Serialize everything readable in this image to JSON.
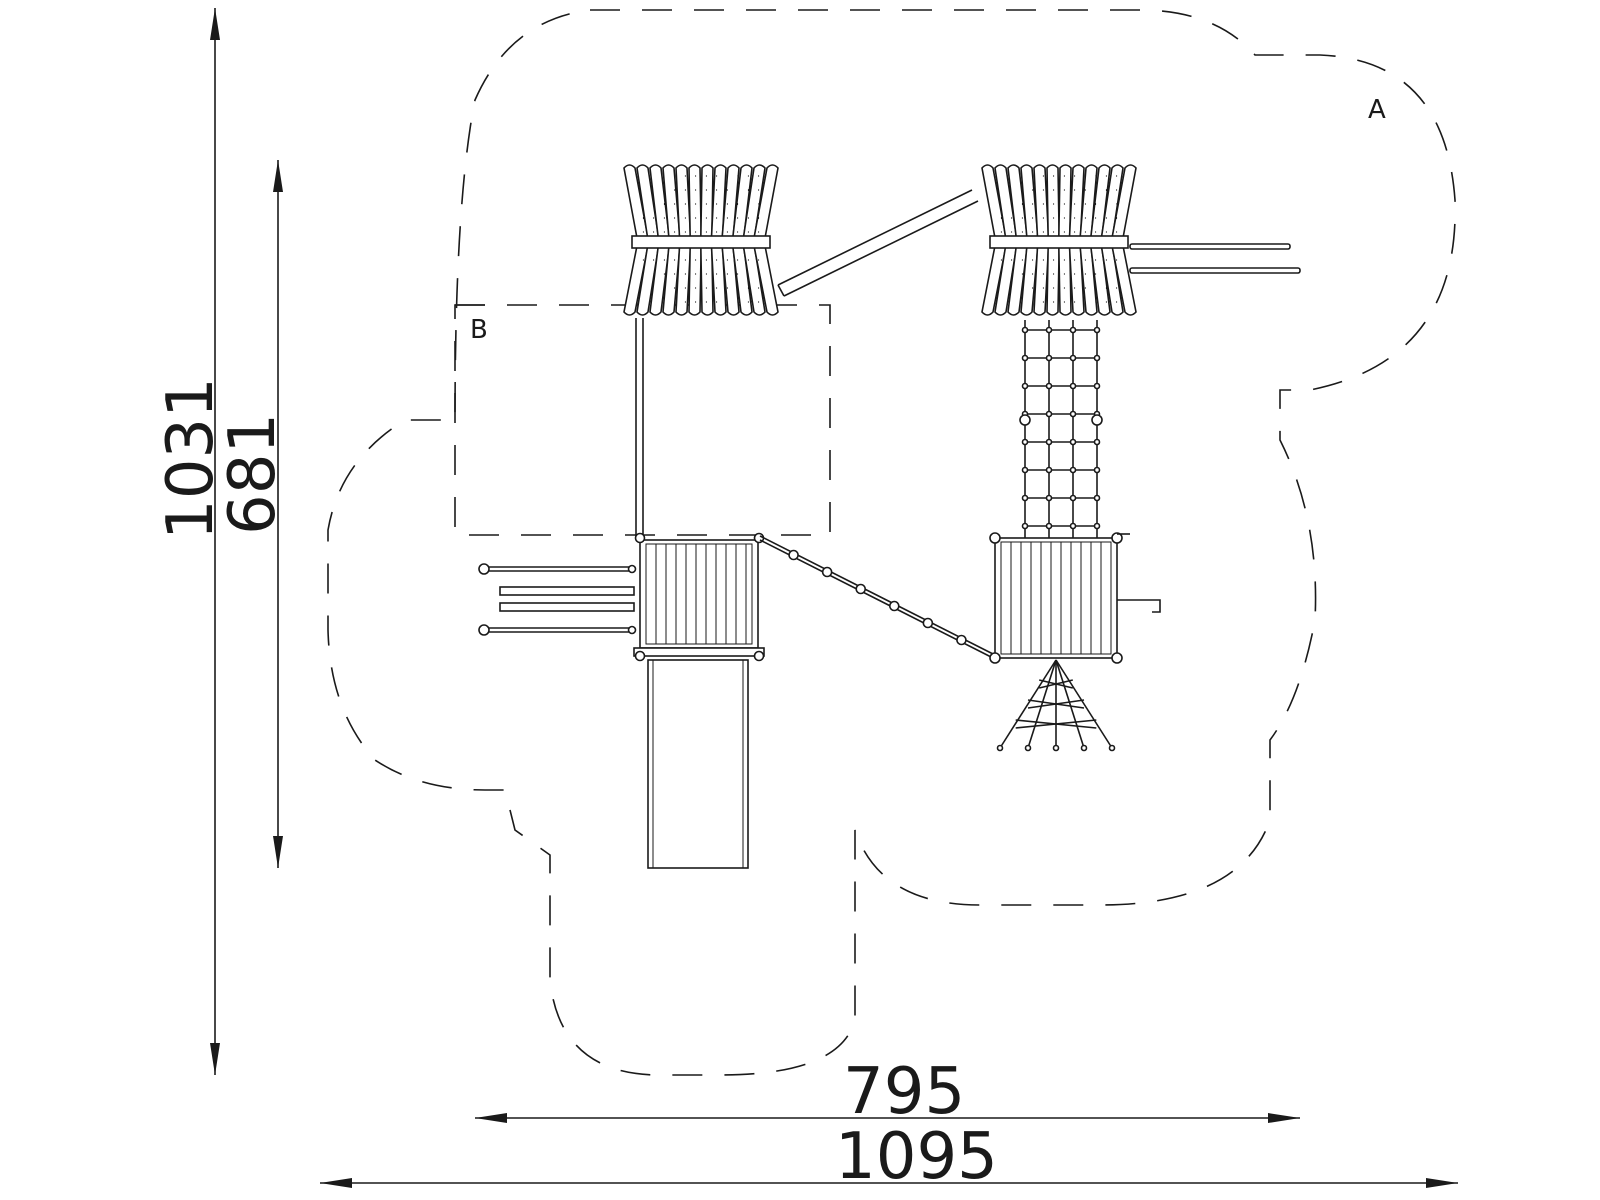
{
  "dimensions": {
    "total_height": "1031",
    "inner_height": "681",
    "inner_width": "795",
    "total_width": "1095"
  },
  "zones": {
    "zone_a": "A",
    "zone_b": "B"
  },
  "colors": {
    "line": "#1a1a1a",
    "background": "#ffffff"
  }
}
